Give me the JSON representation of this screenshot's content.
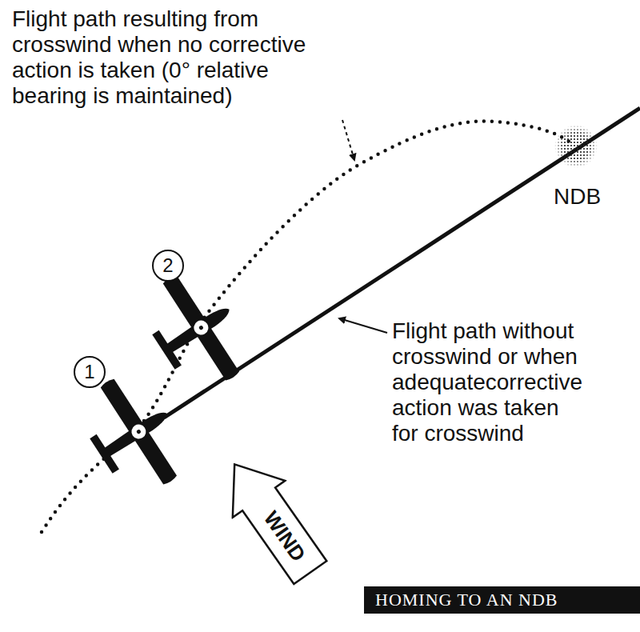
{
  "diagram": {
    "title": "HOMING TO AN NDB",
    "nodes": [
      {
        "text": [
          "2"
        ]
      },
      {
        "text": [
          "1"
        ]
      },
      {
        "text": [
          "WIND"
        ]
      }
    ],
    "labels": [
      "Flight path resulting from crosswind when no corrective action is taken (0° relative bearing is maintained)",
      "Flight path without crosswind or when adequatecorrective action was taken for crosswind",
      "NDB"
    ]
  }
}
